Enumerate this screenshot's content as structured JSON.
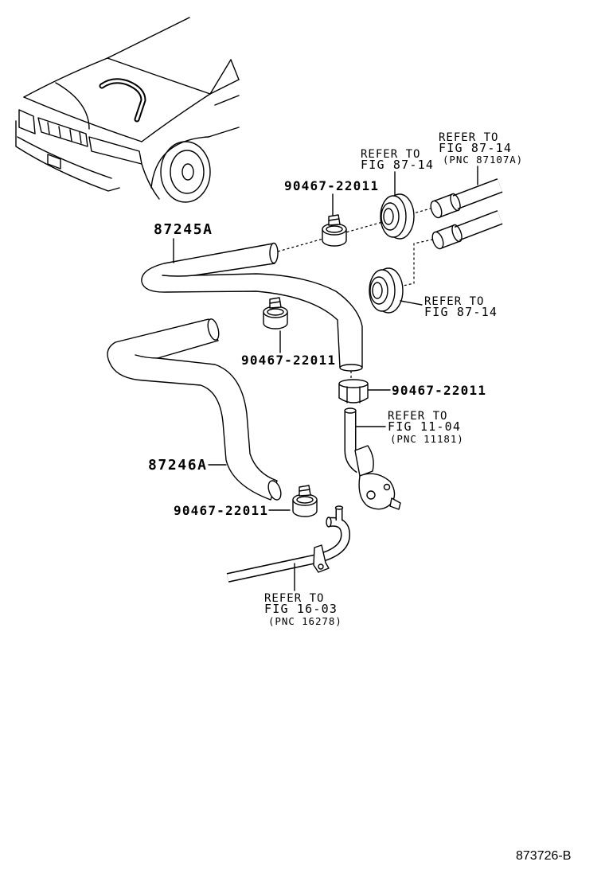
{
  "refer_notes": {
    "pipe_top": {
      "line1": "REFER TO",
      "line2": "FIG 87-14",
      "line3": "(PNC 87107A)"
    },
    "grommet_upper": {
      "line1": "REFER TO",
      "line2": "FIG 87-14"
    },
    "grommet_lower": {
      "line1": "REFER TO",
      "line2": "FIG 87-14"
    },
    "water_outlet": {
      "line1": "REFER TO",
      "line2": "FIG 11-04",
      "line3": "(PNC 11181)"
    },
    "water_pipe": {
      "line1": "REFER TO",
      "line2": "FIG 16-03",
      "line3": "(PNC 16278)"
    }
  },
  "part_labels": {
    "clamp_upper": "90467-22011",
    "hose_upper": "87245A",
    "clamp_middle": "90467-22011",
    "clamp_outlet": "90467-22011",
    "hose_lower": "87246A",
    "clamp_lower": "90467-22011"
  },
  "figure_number": "873726-B"
}
